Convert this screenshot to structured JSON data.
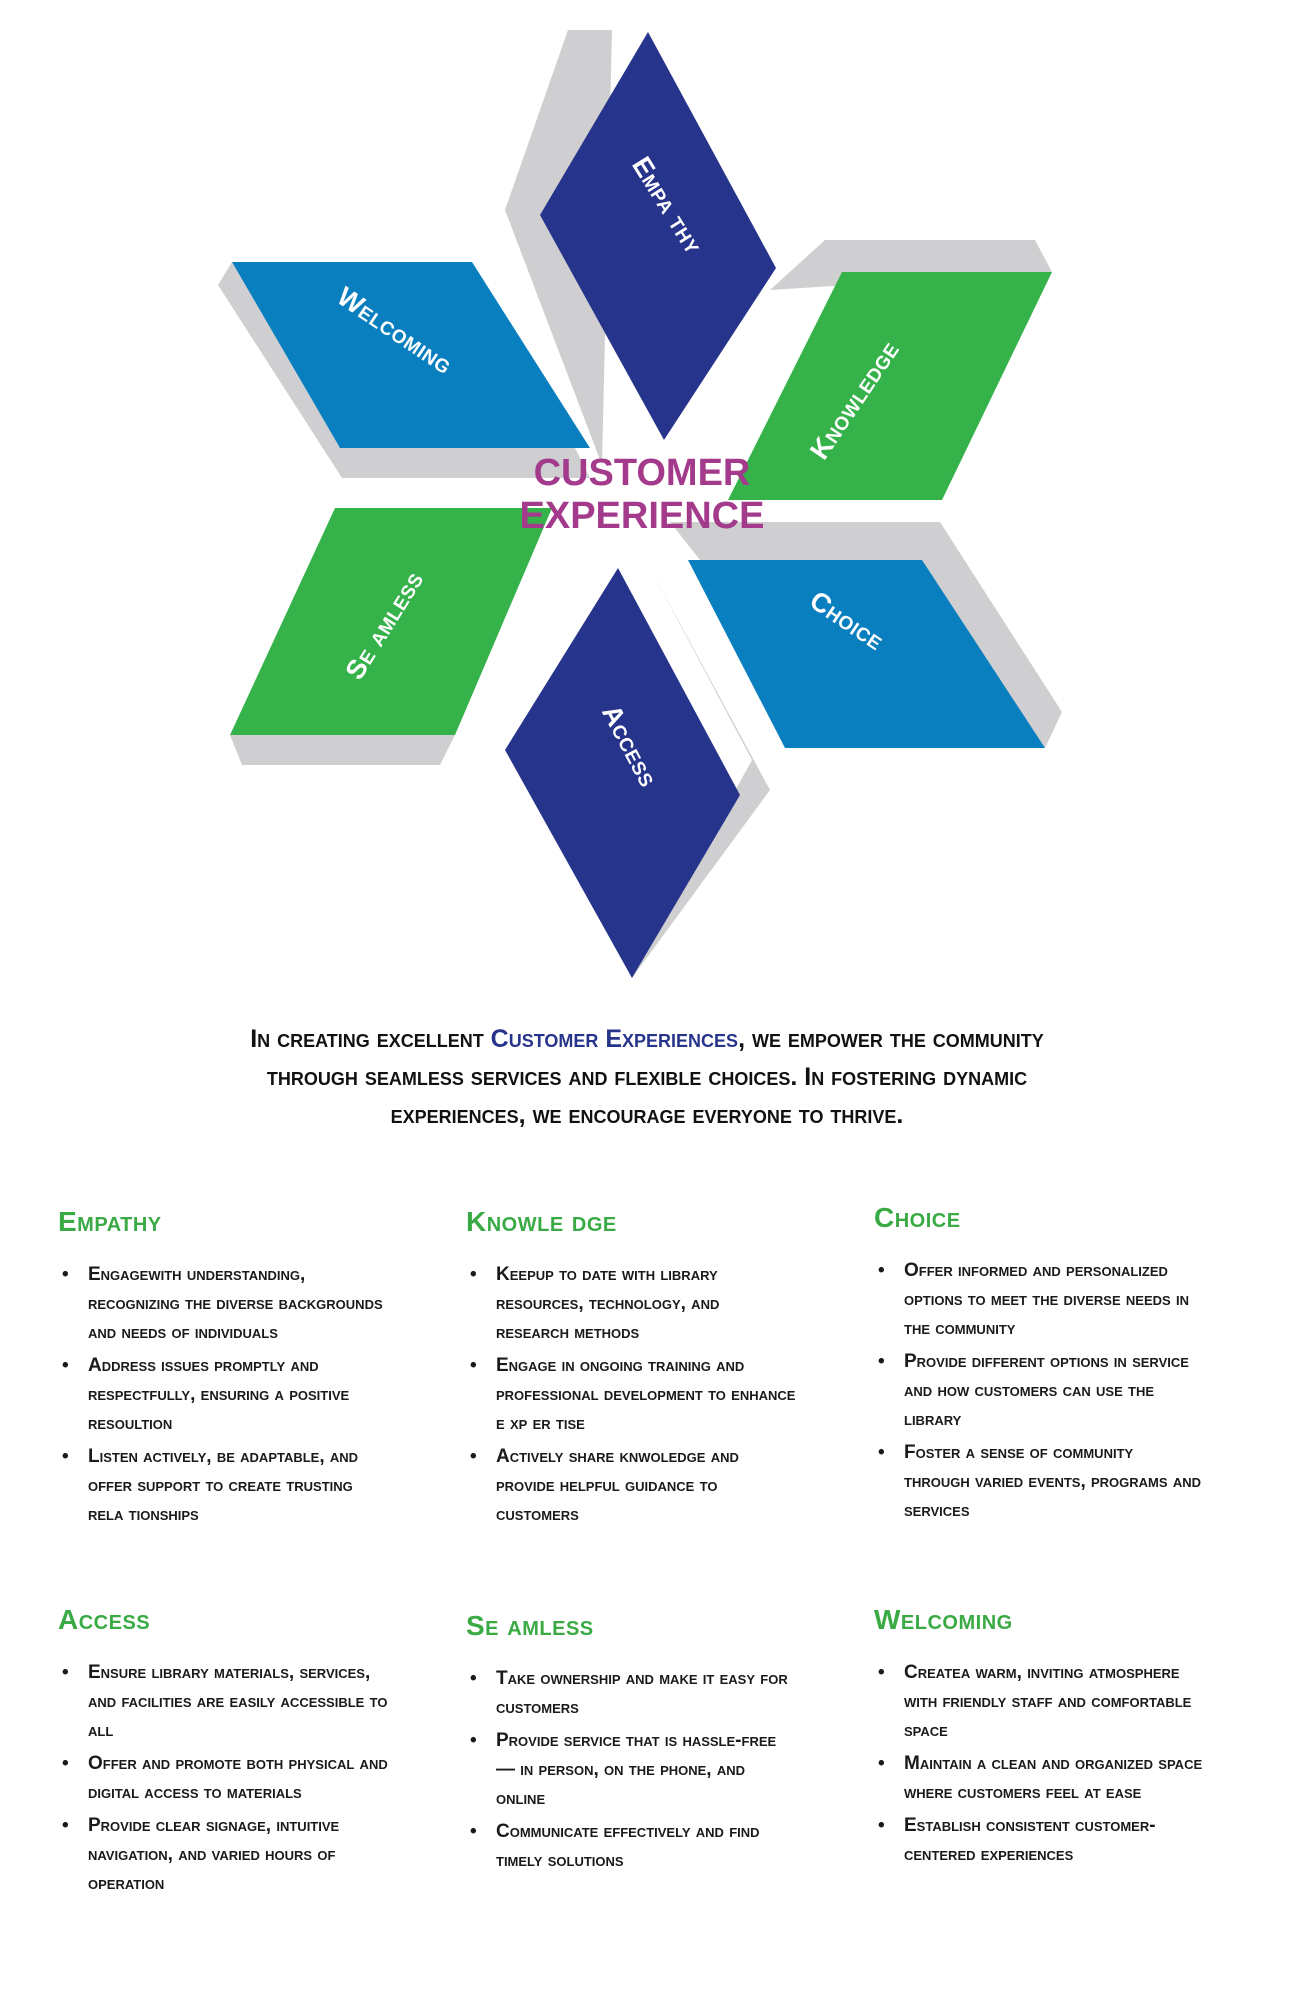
{
  "diagram": {
    "center_line1": "CUSTOMER",
    "center_line2": "EXPERIENCE",
    "petals": [
      {
        "label": "Empa thy",
        "color": "#27348b"
      },
      {
        "label": "Knowledge",
        "color": "#36b24a"
      },
      {
        "label": "Choice",
        "color": "#0a7fc0"
      },
      {
        "label": "Access",
        "color": "#27348b"
      },
      {
        "label": "Se amless",
        "color": "#36b24a"
      },
      {
        "label": "Welcoming",
        "color": "#0a7fc0"
      }
    ],
    "shadow_color": "#cfcfd1"
  },
  "intro": {
    "part1": "In creating excellent ",
    "highlight": "Customer Experiences",
    "part2": ", we empower the community through seamless services and flexible choices. In fostering dynamic experiences, we encourage everyone to thrive."
  },
  "sections": {
    "empathy": {
      "title": "Empathy",
      "items": [
        "Engagewith understanding, recognizing the diverse backgrounds and needs of individuals",
        "Address issues promptly and respectfully, ensuring a positive resoultion",
        "Listen actively, be adaptable, and offer support to create trusting rela tionships"
      ]
    },
    "knowledge": {
      "title": "Knowle dge",
      "items": [
        "Keepup to date with library resources, technology, and research methods",
        "Engage in ongoing training and professional development to enhance e xp er tise",
        "Actively share knwoledge and provide helpful guidance to customers"
      ]
    },
    "choice": {
      "title": "Choice",
      "items": [
        "Offer informed and personalized options to meet the diverse needs in the community",
        "Provide different options in service and how customers can use the library",
        "Foster a sense of community through varied events, programs and services"
      ]
    },
    "access": {
      "title": "Access",
      "items": [
        "Ensure library materials, services, and facilities are easily accessible to all",
        "Offer and promote both physical and digital access to materials",
        "Provide clear signage, intuitive navigation, and varied hours of operation"
      ]
    },
    "seamless": {
      "title": "Se amless",
      "items": [
        "Take ownership and make it easy for customers",
        "Provide service that is hassle-free — in person, on the phone, and online",
        "Communicate effectively and find timely solutions"
      ]
    },
    "welcoming": {
      "title": "Welcoming",
      "items": [
        "Createa warm, inviting atmosphere with friendly staff and comfortable space",
        "Maintain a clean and organized space where customers feel at ease",
        "Establish consistent customer-centered experiences"
      ]
    }
  }
}
